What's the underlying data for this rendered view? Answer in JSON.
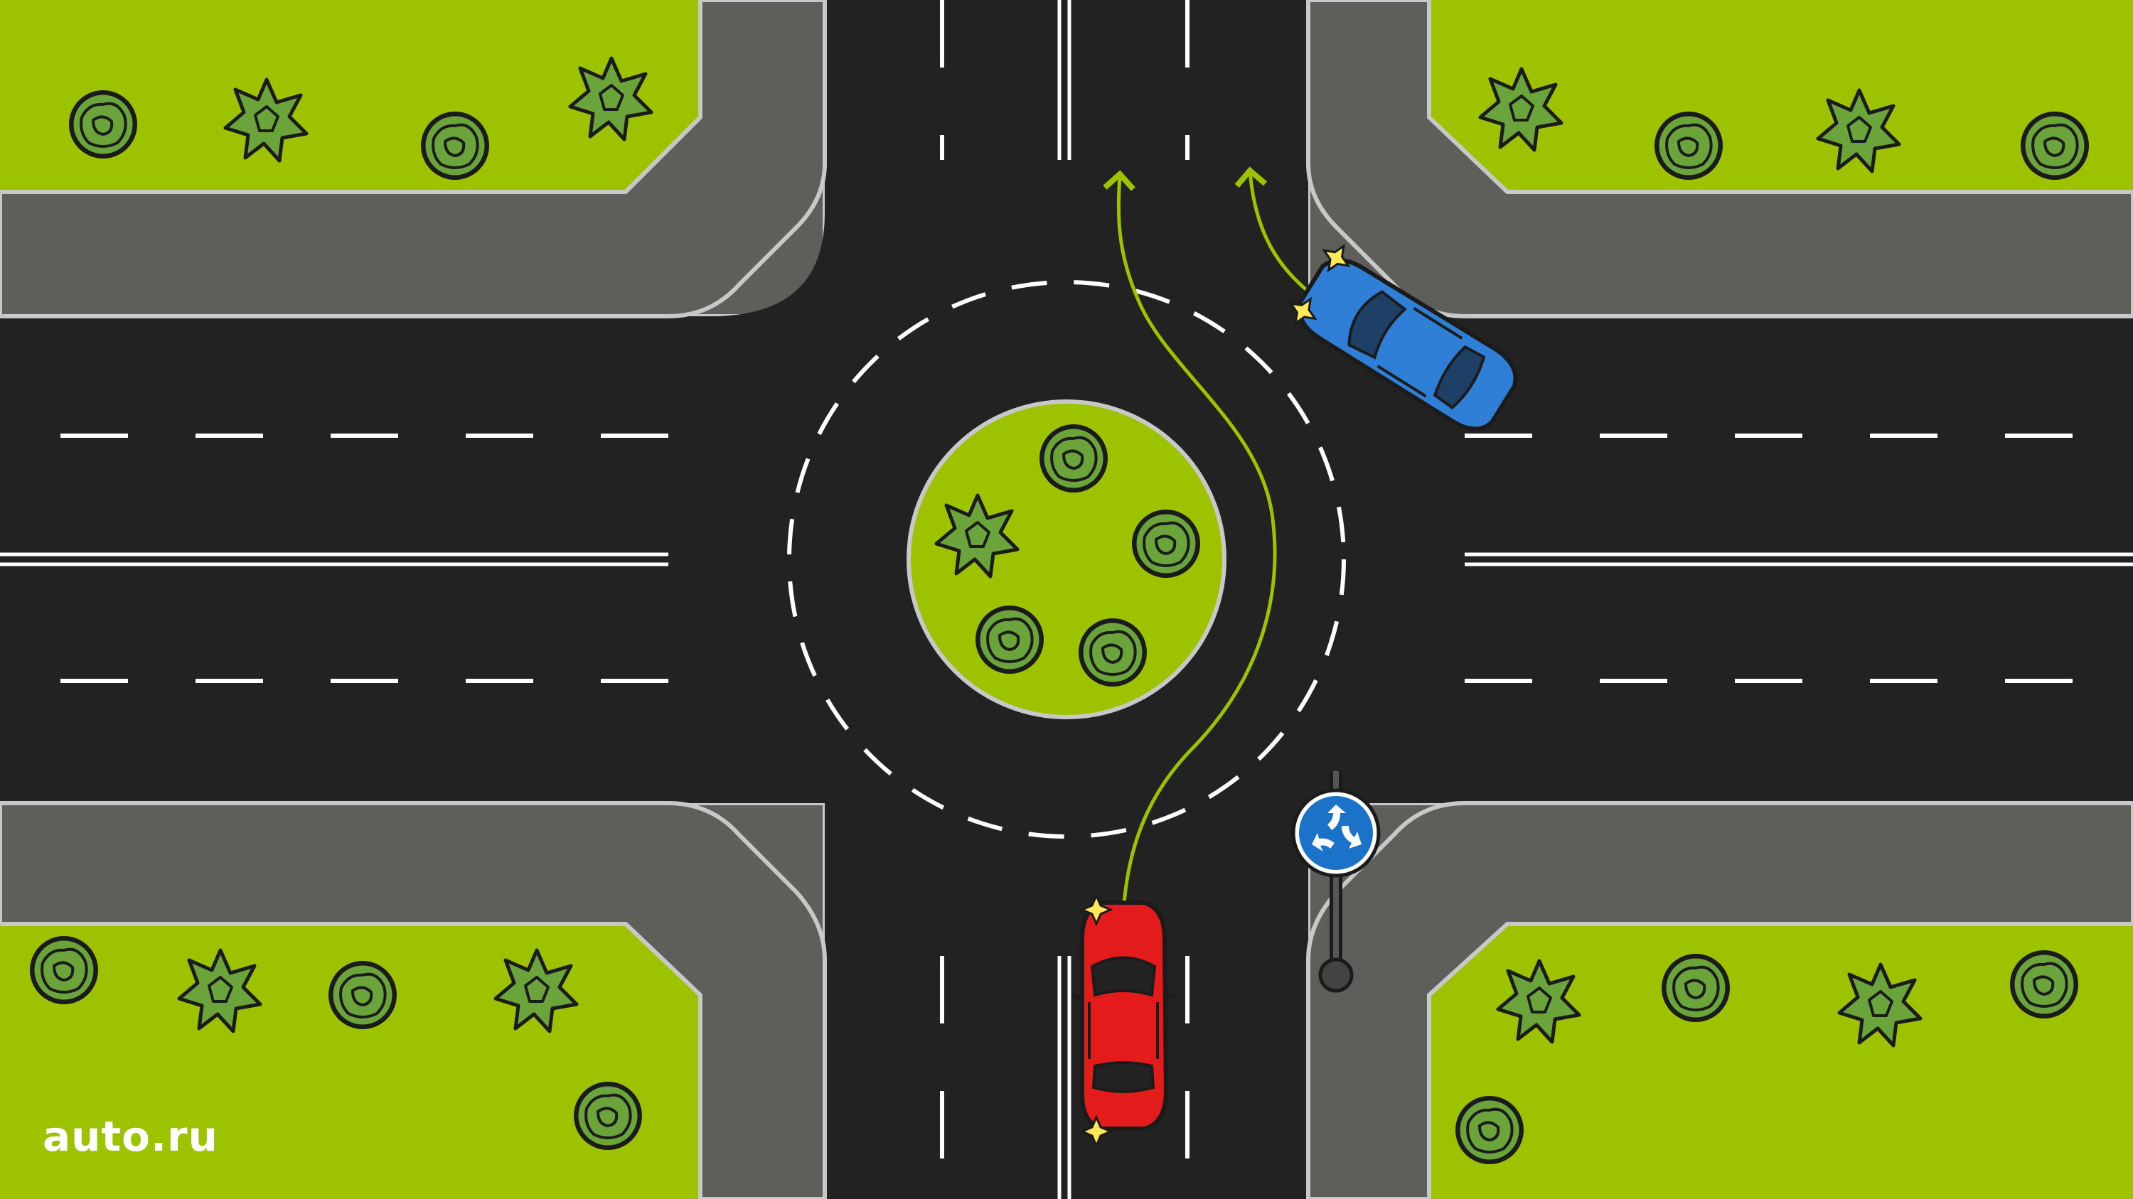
{
  "brand": {
    "logo_text": "auto.ru"
  },
  "colors": {
    "grass": "#9cc200",
    "road": "#222222",
    "sidewalk": "#5e5f5a",
    "curb": "#c8c8c8",
    "marking": "#ffffff",
    "route_arrow": "#9cc200",
    "car_red": "#e31b1b",
    "car_blue": "#2f7fd6",
    "sign_blue": "#1a73c8",
    "tree": "#6aa43a"
  },
  "icons": [
    "tree-bush-icon",
    "tree-spiky-icon",
    "roundabout-sign-icon",
    "car-icon",
    "arrow-icon"
  ],
  "scene": {
    "type": "roundabout-intersection",
    "vehicles": [
      {
        "name": "red-car",
        "color": "red",
        "heading": "north"
      },
      {
        "name": "blue-car",
        "color": "blue",
        "heading": "north-west"
      }
    ],
    "sign": "roundabout-sign"
  }
}
